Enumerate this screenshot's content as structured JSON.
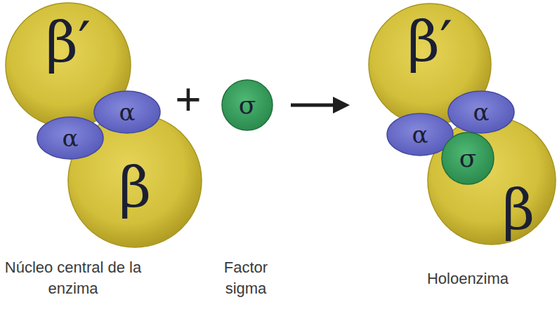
{
  "diagram": {
    "nodes": [
      {
        "text": [
          "β′"
        ]
      },
      {
        "text": [
          "α"
        ]
      },
      {
        "text": [
          "α"
        ]
      },
      {
        "text": [
          "β"
        ]
      },
      {
        "text": [
          "σ"
        ]
      },
      {
        "text": [
          "β′"
        ]
      },
      {
        "text": [
          "α"
        ]
      },
      {
        "text": [
          "α"
        ]
      },
      {
        "text": [
          "σ"
        ]
      },
      {
        "text": [
          "β"
        ]
      }
    ],
    "labels": [
      "+",
      "Núcleo central de la enzima",
      "Factor sigma",
      "Holoenzima"
    ]
  }
}
